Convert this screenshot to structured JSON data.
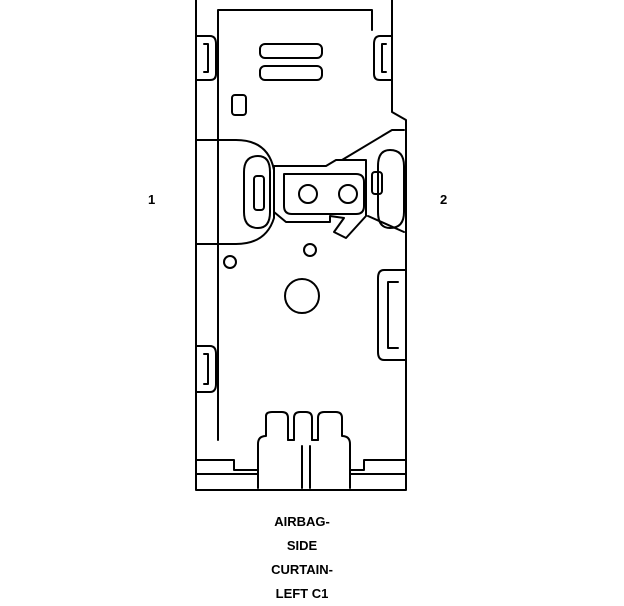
{
  "pins": {
    "left": "1",
    "right": "2"
  },
  "caption": {
    "line1": "AIRBAG-",
    "line2": "SIDE",
    "line3": "CURTAIN-",
    "line4": "LEFT C1"
  },
  "colors": {
    "stroke": "#000000",
    "background": "#ffffff"
  }
}
